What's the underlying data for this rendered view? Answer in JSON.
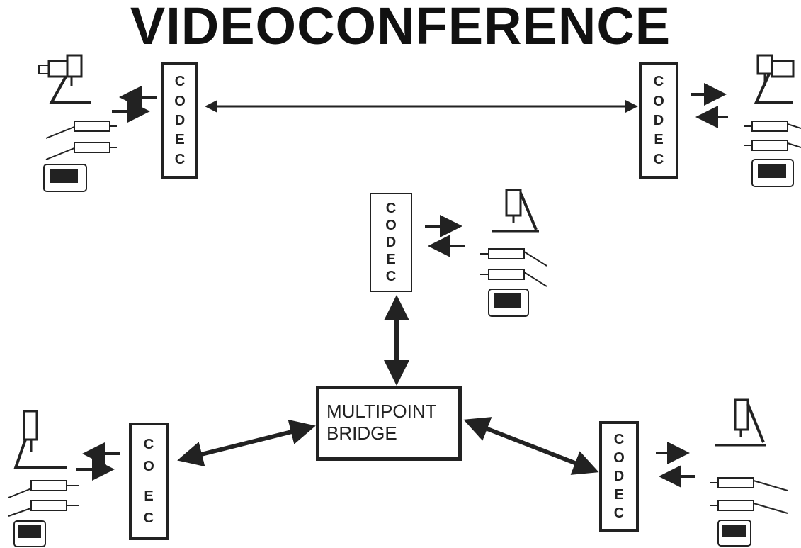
{
  "title": "VIDEOCONFERENCE",
  "codec": {
    "top_left": [
      "C",
      "O",
      "D",
      "E",
      "C"
    ],
    "top_right": [
      "C",
      "O",
      "D",
      "E",
      "C"
    ],
    "center": [
      "C",
      "O",
      "D",
      "E",
      "C"
    ],
    "bottom_left": [
      "C",
      "O",
      "",
      "E",
      "C"
    ],
    "bottom_right": [
      "C",
      "O",
      "D",
      "E",
      "C"
    ]
  },
  "bridge": {
    "line1": "MULTIPOINT",
    "line2": "BRIDGE"
  },
  "colors": {
    "ink": "#222222",
    "background": "#ffffff"
  }
}
